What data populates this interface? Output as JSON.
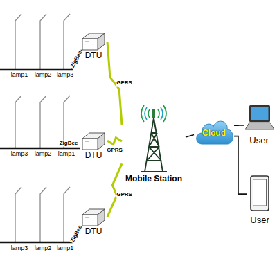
{
  "diagram": {
    "nodes": [
      {
        "text": [
          "DTU"
        ]
      },
      {
        "text": [
          "DTU"
        ]
      },
      {
        "text": [
          "DTU"
        ]
      },
      {
        "text": [
          "Mobile Station"
        ]
      },
      {
        "text": [
          "Cloud"
        ]
      },
      {
        "text": [
          "User"
        ]
      },
      {
        "text": [
          "User"
        ]
      }
    ],
    "edges": [
      {
        "from": 0,
        "to": 3,
        "label": "GPRS",
        "arrow": "none"
      },
      {
        "from": 1,
        "to": 3,
        "label": "GPRS",
        "arrow": "none"
      },
      {
        "from": 2,
        "to": 3,
        "label": "GPRS",
        "arrow": "none"
      },
      {
        "from": 3,
        "to": 4,
        "arrow": "none"
      },
      {
        "from": 4,
        "to": 5,
        "arrow": "none"
      },
      {
        "from": 4,
        "to": 6,
        "arrow": "none"
      }
    ],
    "labels": [
      "lamp1",
      "lamp2",
      "lamp3",
      "ZigBee",
      "lamp3",
      "lamp2",
      "lamp1",
      "ZigBee",
      "lamp3",
      "lamp2",
      "lamp1",
      "ZigBee"
    ]
  }
}
